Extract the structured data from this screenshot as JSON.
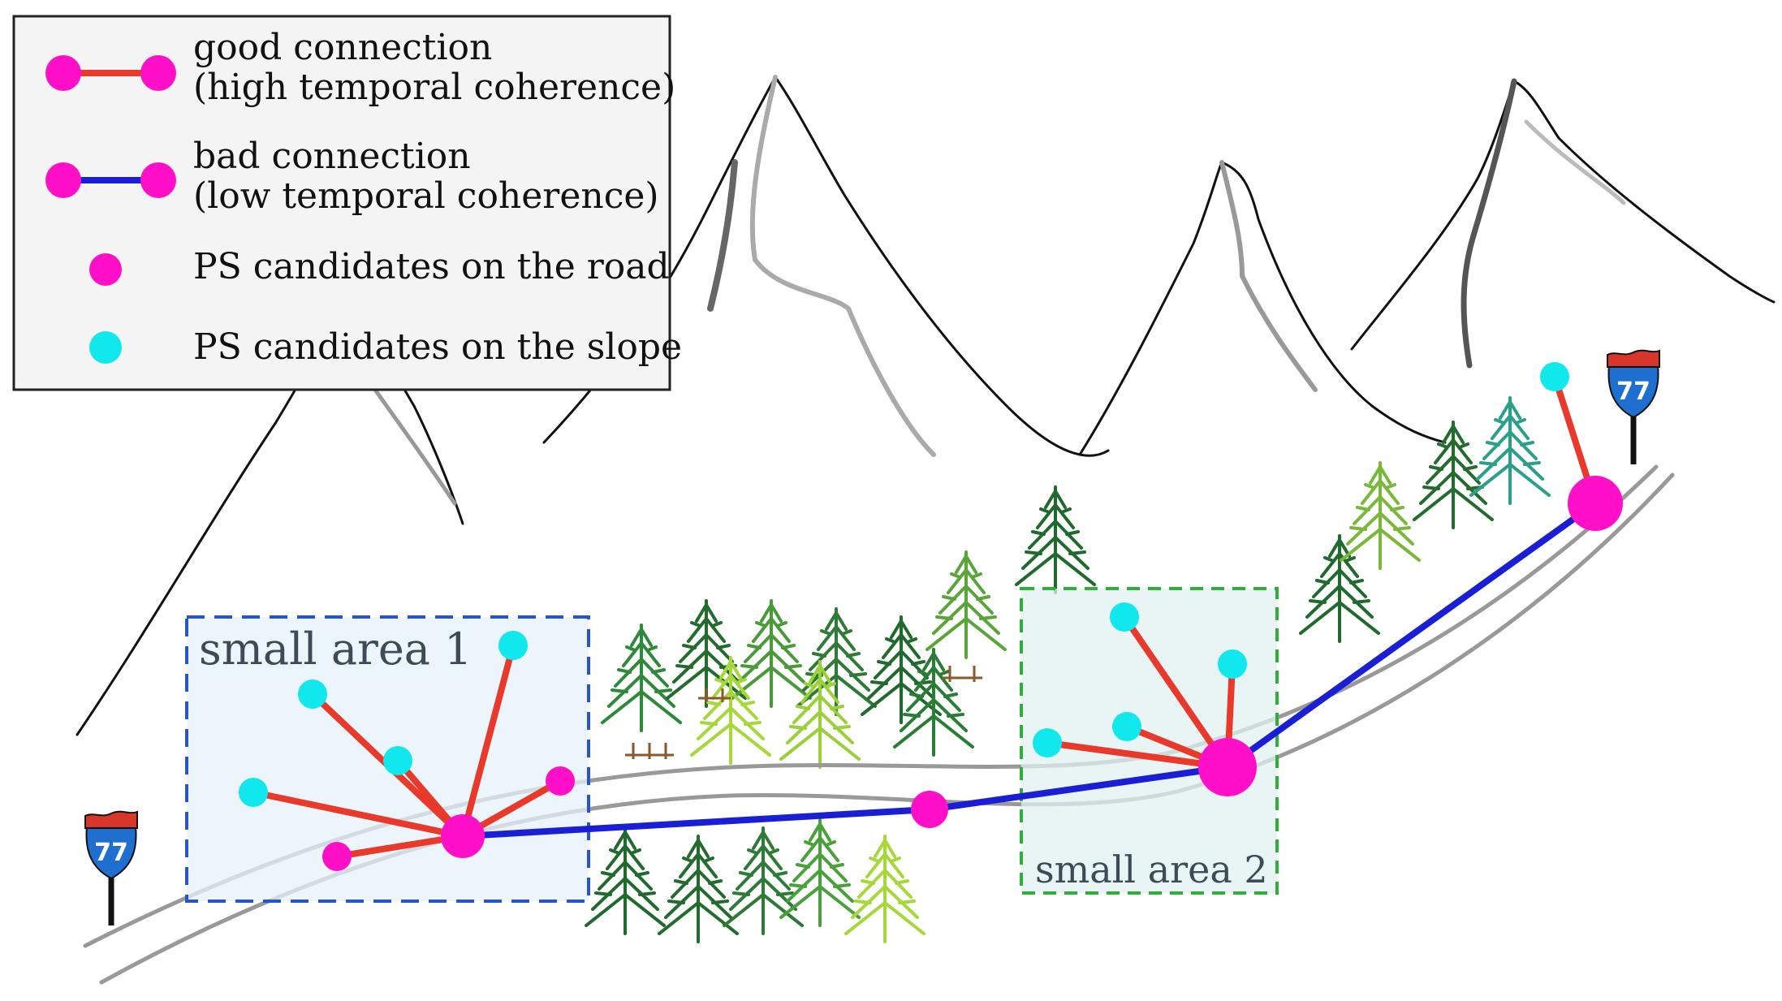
{
  "legend": {
    "good_line1": "good connection",
    "good_line2": "(high temporal coherence)",
    "bad_line1": "bad connection",
    "bad_line2": "(low temporal coherence)",
    "road_ps": "PS candidates on the road",
    "slope_ps": "PS candidates on the slope"
  },
  "areas": {
    "area1_label": "small area 1",
    "area2_label": "small area 2"
  },
  "signs": {
    "left_number": "77",
    "right_number": "77"
  },
  "colors": {
    "good_connection": "#e8392b",
    "bad_connection": "#1a1fd6",
    "road_ps": "#ff10c8",
    "slope_ps": "#10e8ee",
    "area1_border": "#2a55c8",
    "area2_border": "#2fae3a",
    "sign_shield": "#1e6fd0",
    "sign_top": "#d8362a"
  },
  "icons": {
    "sign": "interstate-shield-icon",
    "tree": "pine-tree-icon",
    "mountain": "mountain-sketch"
  }
}
